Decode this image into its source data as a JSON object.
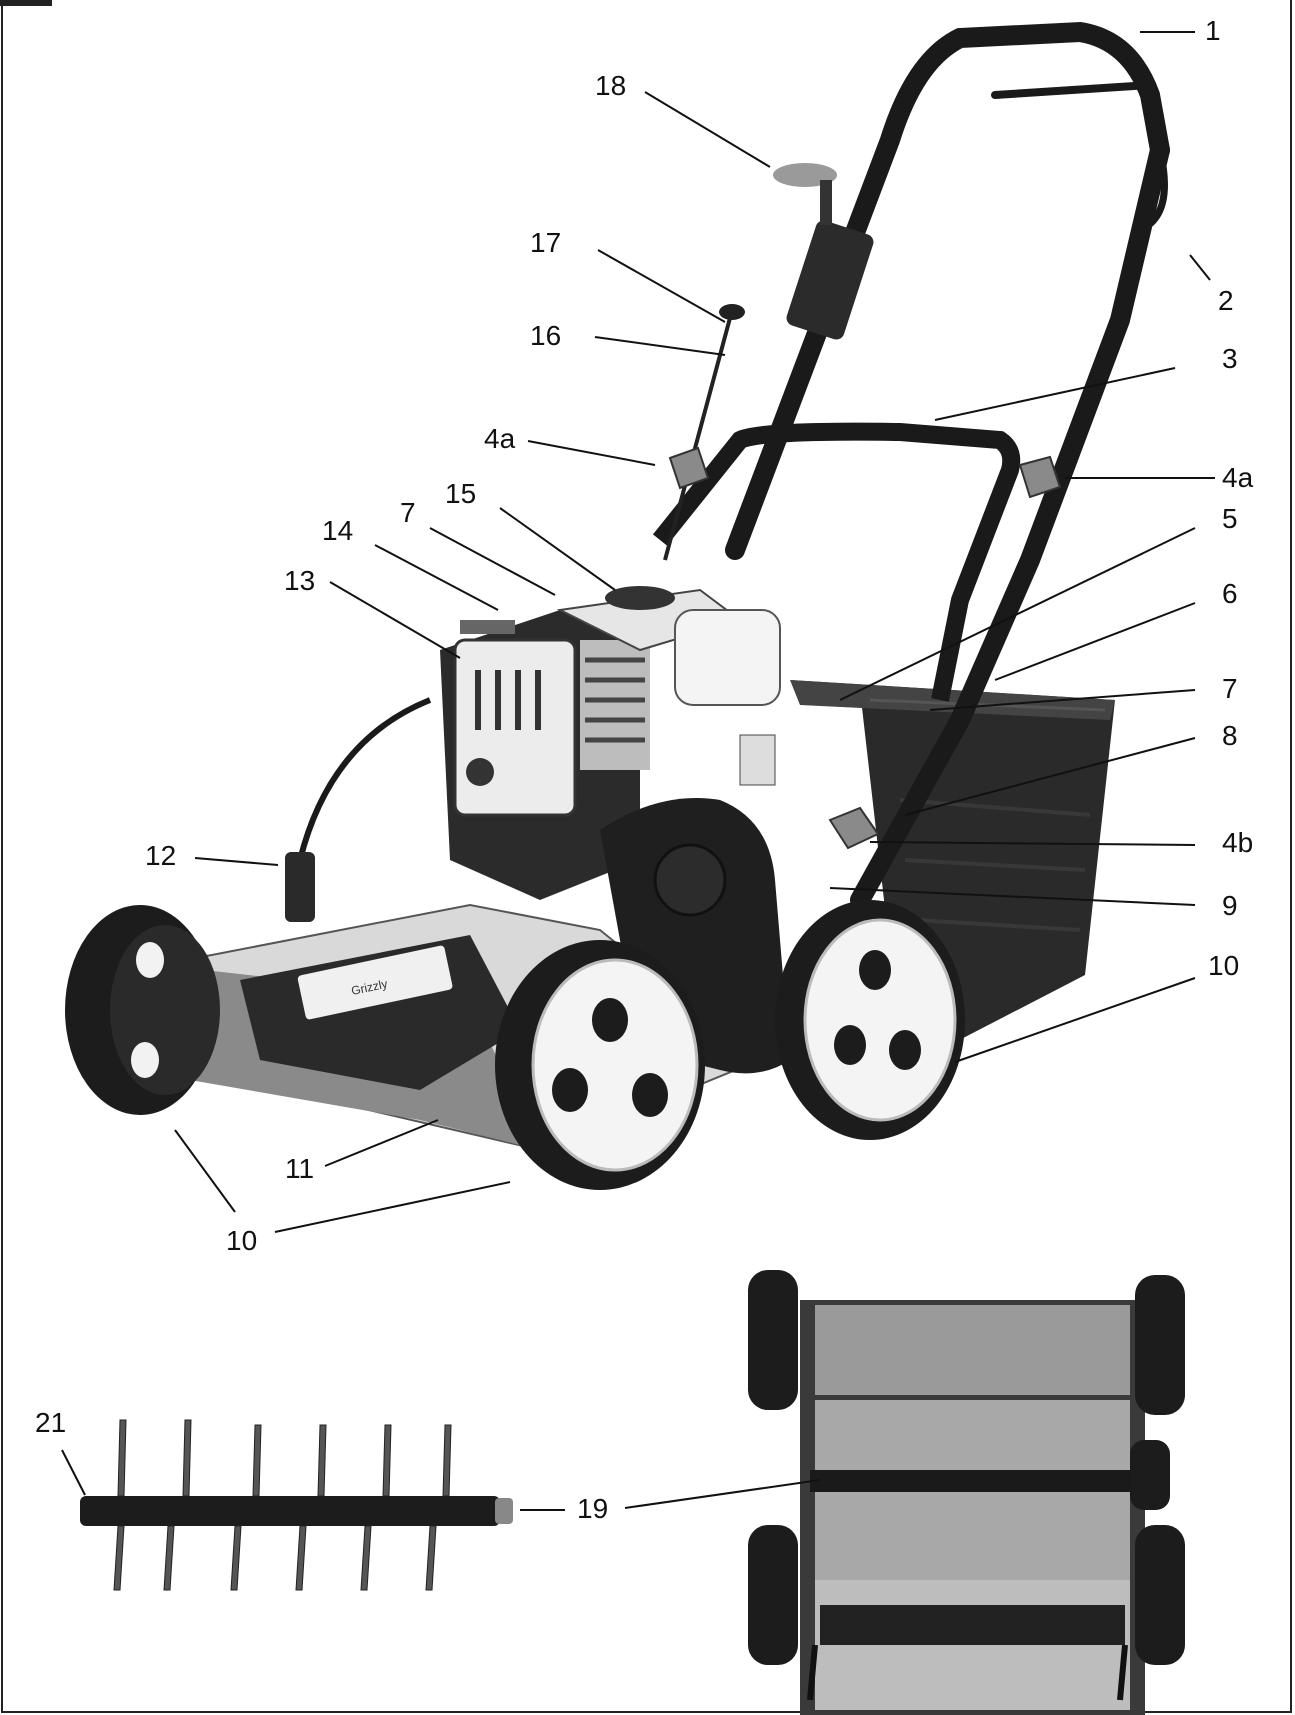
{
  "figure": {
    "callouts": [
      {
        "id": "c1",
        "text": "1"
      },
      {
        "id": "c2",
        "text": "2"
      },
      {
        "id": "c3",
        "text": "3"
      },
      {
        "id": "c4aL",
        "text": "4a"
      },
      {
        "id": "c4aR",
        "text": "4a"
      },
      {
        "id": "c4b",
        "text": "4b"
      },
      {
        "id": "c5",
        "text": "5"
      },
      {
        "id": "c6",
        "text": "6"
      },
      {
        "id": "c7L",
        "text": "7"
      },
      {
        "id": "c7R",
        "text": "7"
      },
      {
        "id": "c8",
        "text": "8"
      },
      {
        "id": "c9",
        "text": "9"
      },
      {
        "id": "c10R",
        "text": "10"
      },
      {
        "id": "c10L",
        "text": "10"
      },
      {
        "id": "c11",
        "text": "11"
      },
      {
        "id": "c12",
        "text": "12"
      },
      {
        "id": "c13",
        "text": "13"
      },
      {
        "id": "c14",
        "text": "14"
      },
      {
        "id": "c15",
        "text": "15"
      },
      {
        "id": "c16",
        "text": "16"
      },
      {
        "id": "c17",
        "text": "17"
      },
      {
        "id": "c18",
        "text": "18"
      },
      {
        "id": "c19",
        "text": "19"
      },
      {
        "id": "c21",
        "text": "21"
      }
    ],
    "colors": {
      "line": "#111111",
      "dark": "#1f1f1f",
      "mid_gray": "#8a8a8a",
      "light_gray": "#d9d9d9",
      "white": "#f4f4f4"
    }
  }
}
